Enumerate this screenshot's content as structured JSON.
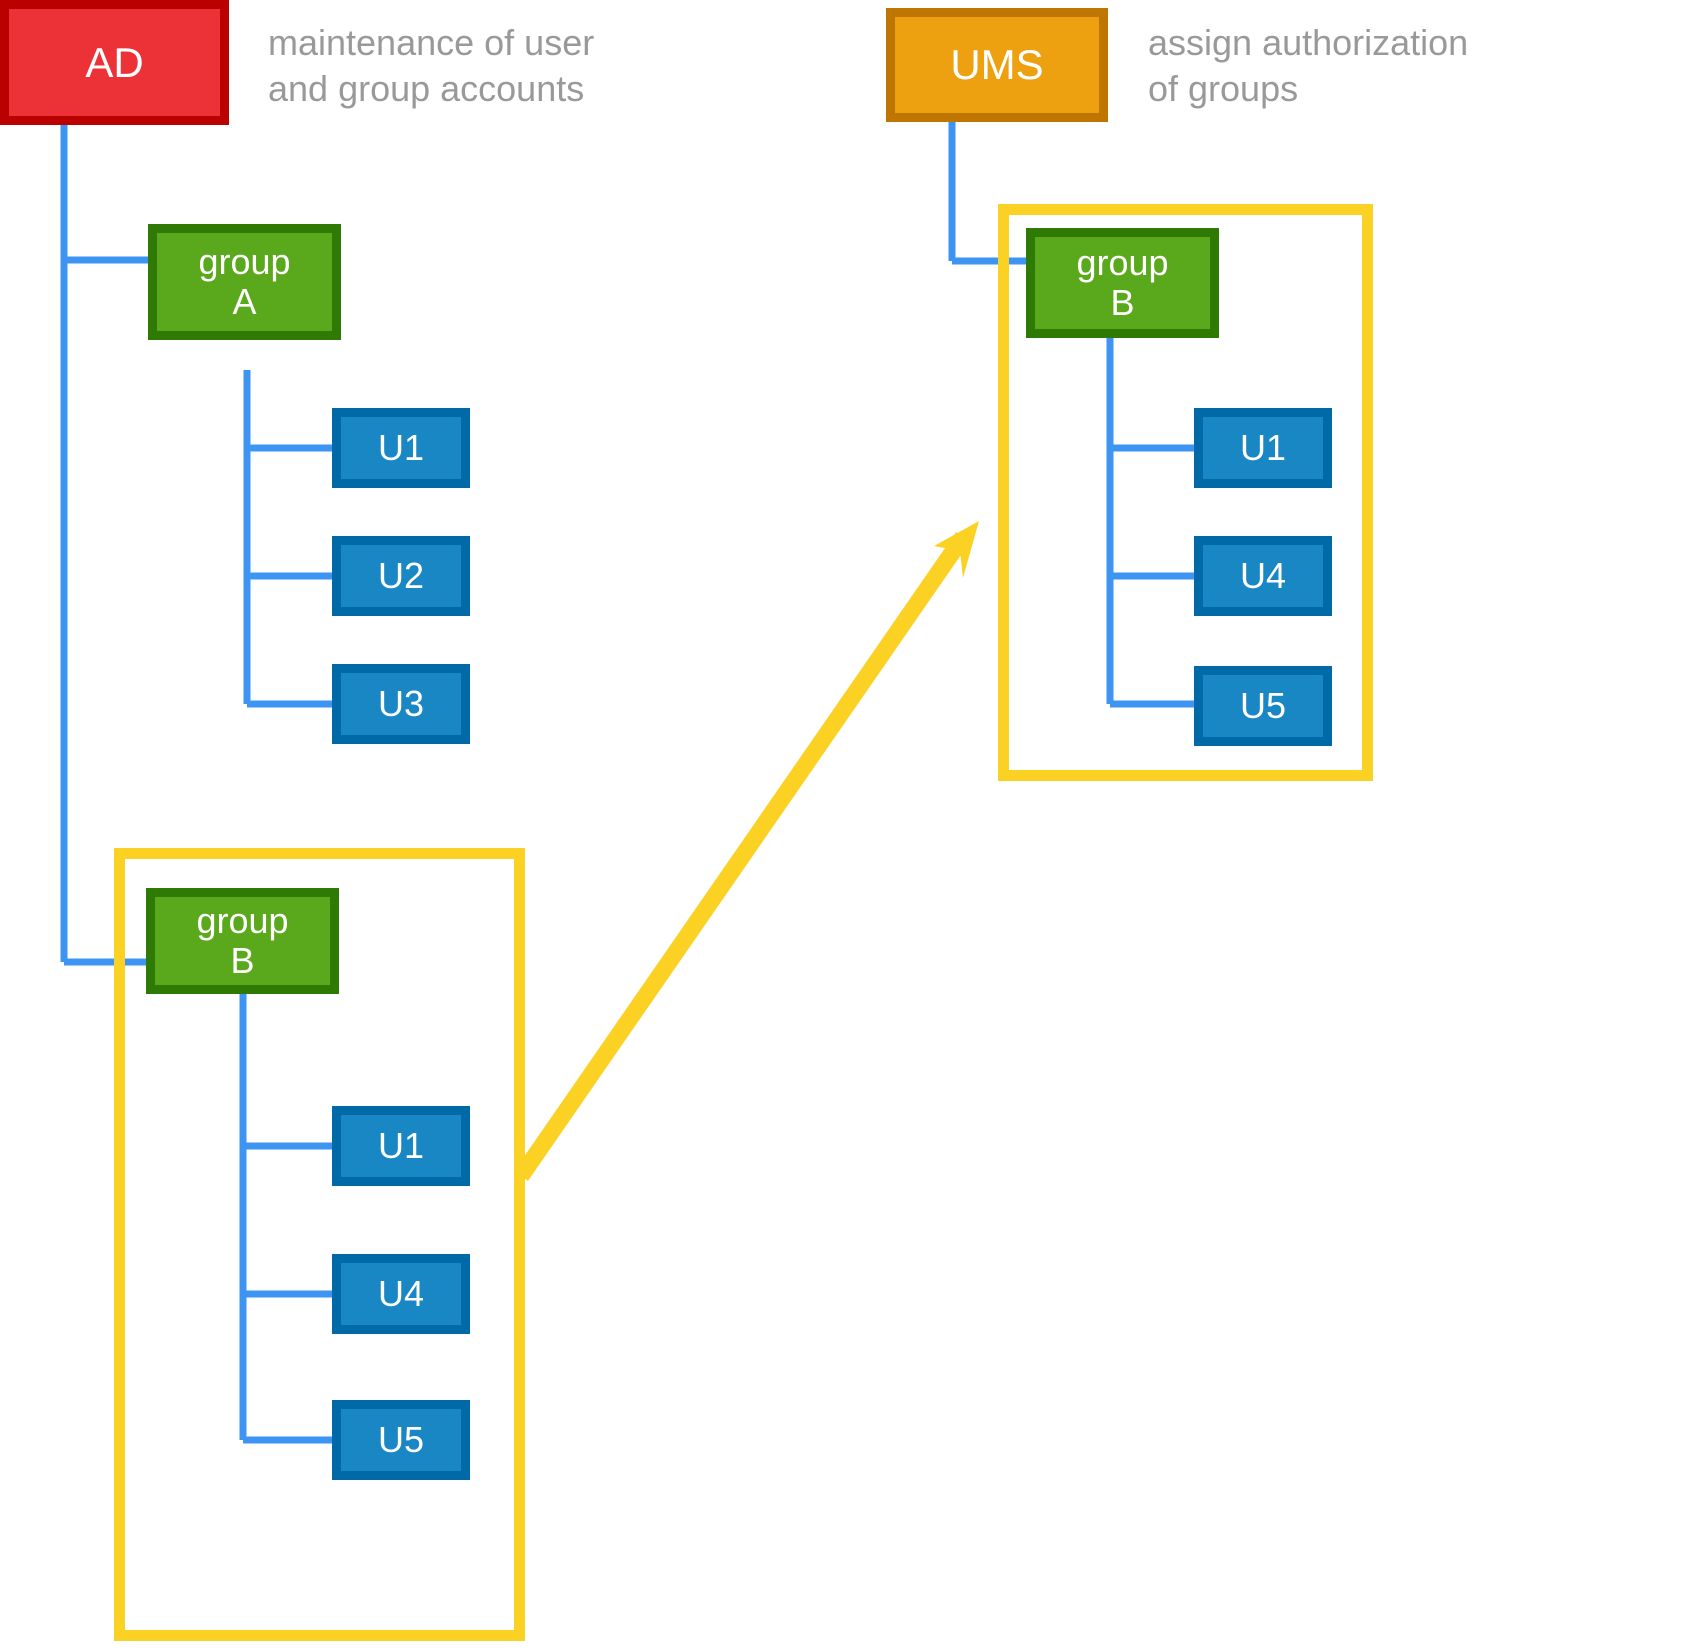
{
  "diagram": {
    "title_left": "AD",
    "title_right": "UMS",
    "captions": {
      "ad": "maintenance of user\nand group accounts",
      "ums": "assign authorization\nof groups"
    },
    "colors": {
      "ad_fill": "#ED3237",
      "ad_border": "#BB0000",
      "ums_fill": "#EDA111",
      "ums_border": "#BF7600",
      "group_fill": "#5AA81B",
      "group_border": "#2F7A05",
      "user_fill": "#1A87C5",
      "user_border": "#0069A8",
      "wire": "#3D94F3",
      "highlight": "#FBD124",
      "caption_text": "#999999",
      "background": "#FFFFFF"
    },
    "left_tree": {
      "root_label": "AD",
      "groups": [
        {
          "label": "group\nA",
          "highlighted": false,
          "users": [
            "U1",
            "U2",
            "U3"
          ]
        },
        {
          "label": "group\nB",
          "highlighted": true,
          "users": [
            "U1",
            "U4",
            "U5"
          ]
        }
      ]
    },
    "right_tree": {
      "root_label": "UMS",
      "groups": [
        {
          "label": "group\nB",
          "highlighted": true,
          "users": [
            "U1",
            "U4",
            "U5"
          ]
        }
      ]
    },
    "arrow": {
      "name": "group-b-mapping-arrow",
      "from": "group B (AD)",
      "to": "group B (UMS)",
      "color": "#FBD124"
    }
  }
}
